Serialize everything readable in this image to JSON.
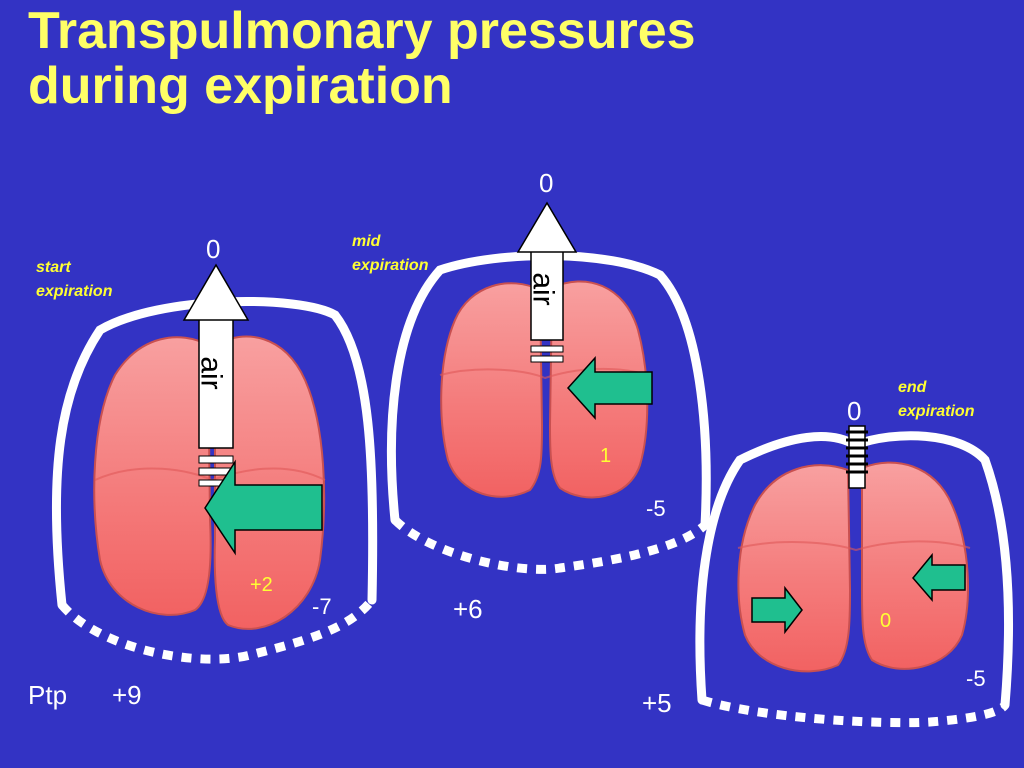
{
  "title": {
    "line1": "Transpulmonary pressures",
    "line2": "during expiration"
  },
  "ptp_label": "Ptp",
  "panels": [
    {
      "stage_line1": "start",
      "stage_line2": "expiration",
      "airway_pressure": "0",
      "alveolar_pressure": "+2",
      "pleural_pressure": "-7",
      "transpulmonary_pressure": "+9",
      "air_label": "air"
    },
    {
      "stage_line1": "mid",
      "stage_line2": "expiration",
      "airway_pressure": "0",
      "alveolar_pressure": "1",
      "pleural_pressure": "-5",
      "transpulmonary_pressure": "+6",
      "air_label": "air"
    },
    {
      "stage_line1": "end",
      "stage_line2": "expiration",
      "airway_pressure": "0",
      "alveolar_pressure": "0",
      "pleural_pressure": "-5",
      "transpulmonary_pressure": "+5"
    }
  ],
  "colors": {
    "background": "#3333c4",
    "title": "#ffff66",
    "lung": "#f26b6b",
    "lung_light": "#f8a0a0",
    "arrow_green": "#1fbf8f",
    "chest_wall": "#ffffff"
  }
}
